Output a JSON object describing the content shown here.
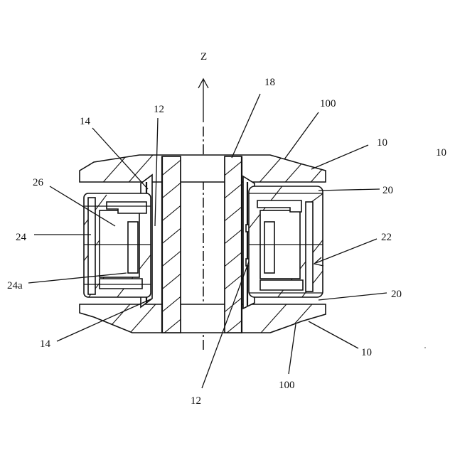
{
  "axis_label": "Z",
  "labels": [
    {
      "key": "18",
      "text": "18"
    },
    {
      "key": "100-top",
      "text": "100"
    },
    {
      "key": "10-top",
      "text": "10"
    },
    {
      "key": "10-edge",
      "text": "10"
    },
    {
      "key": "12-top",
      "text": "12"
    },
    {
      "key": "14-top",
      "text": "14"
    },
    {
      "key": "26",
      "text": "26"
    },
    {
      "key": "24",
      "text": "24"
    },
    {
      "key": "24a",
      "text": "24a"
    },
    {
      "key": "14-bottom",
      "text": "14"
    },
    {
      "key": "20-top",
      "text": "20"
    },
    {
      "key": "22",
      "text": "22"
    },
    {
      "key": "20-bottom",
      "text": "20"
    },
    {
      "key": "10-bottom",
      "text": "10"
    },
    {
      "key": "100-bottom",
      "text": "100"
    },
    {
      "key": "12-bottom",
      "text": "12"
    }
  ]
}
